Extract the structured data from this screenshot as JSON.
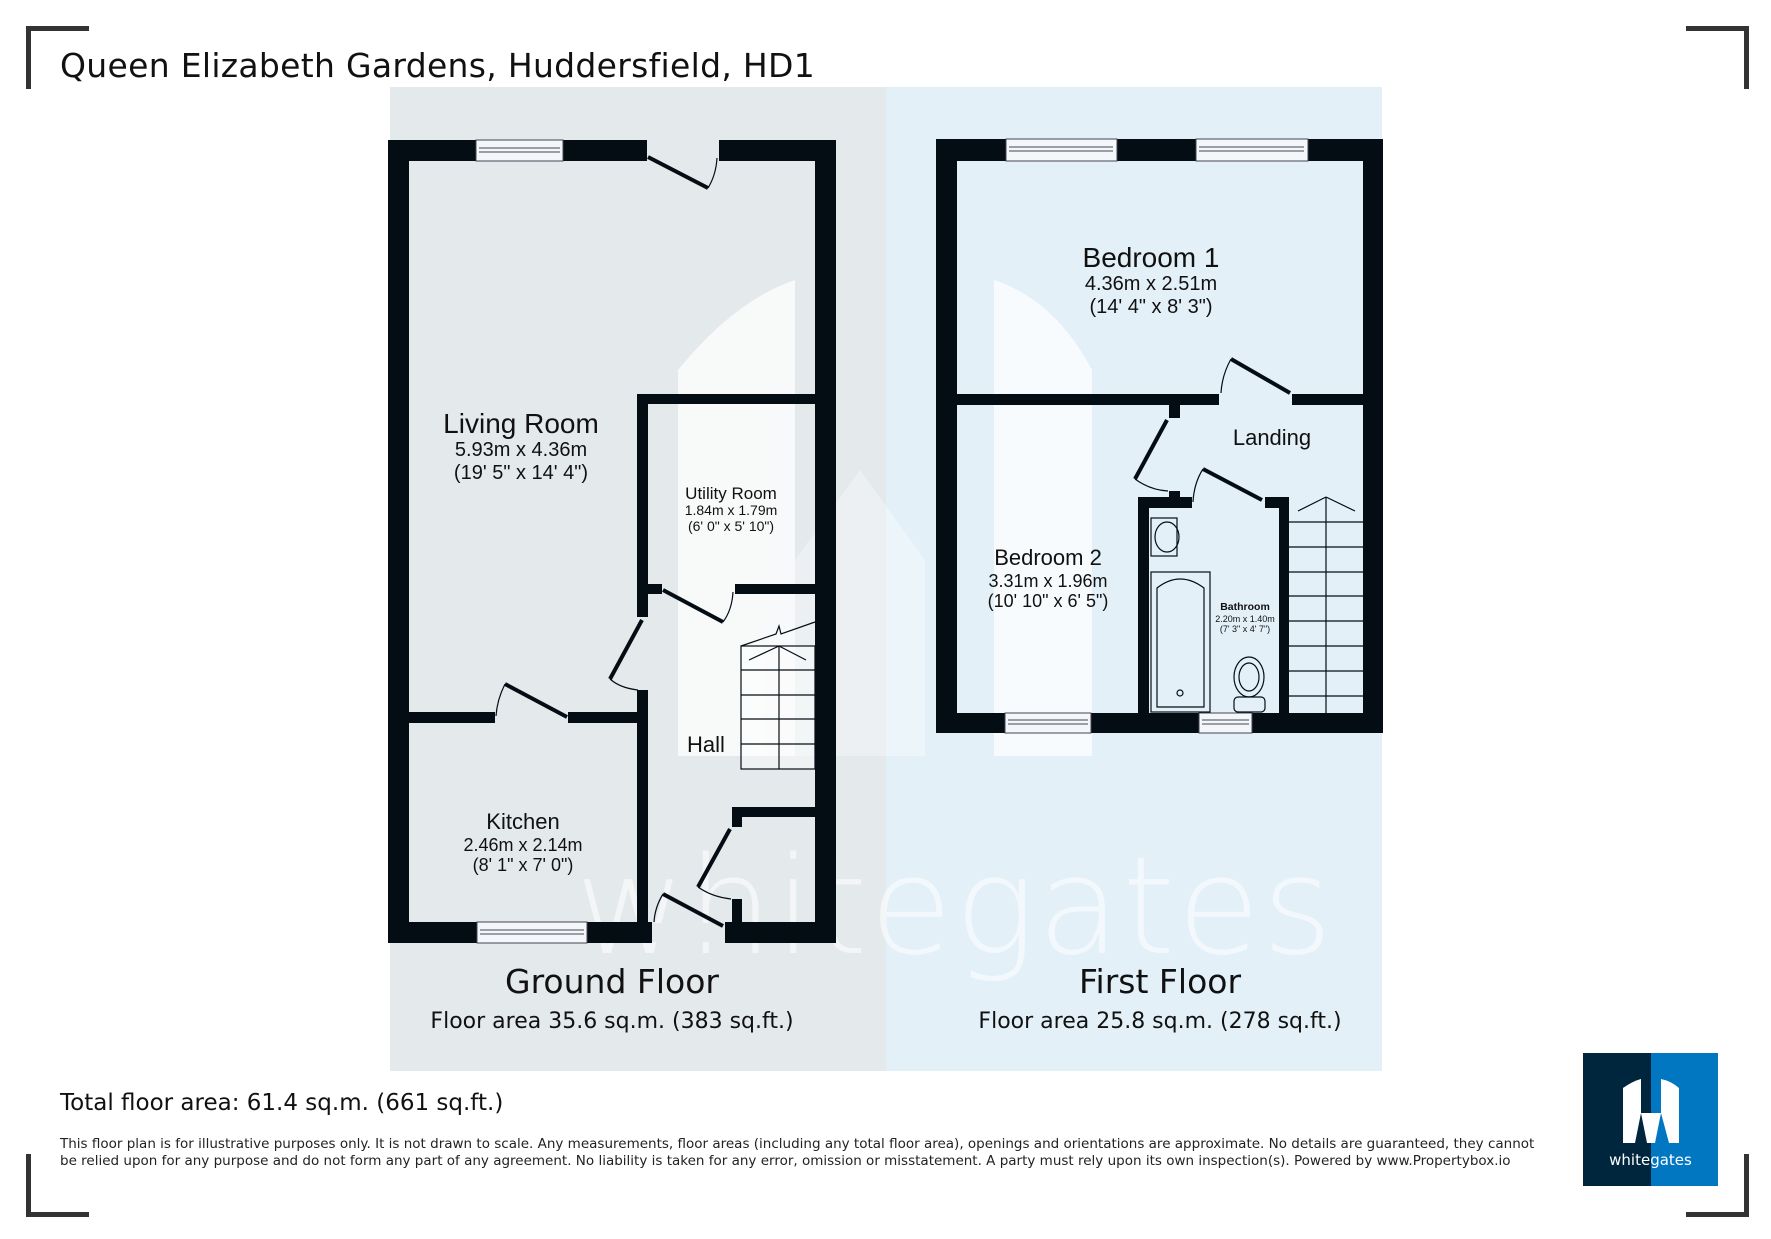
{
  "header": {
    "title": "Queen Elizabeth Gardens, Huddersfield, HD1"
  },
  "floors": {
    "ground": {
      "name": "Ground Floor",
      "area": "Floor area 35.6 sq.m. (383 sq.ft.)",
      "background_color": "#e4e9ec",
      "rooms": {
        "living_room": {
          "name": "Living Room",
          "metric": "5.93m x 4.36m",
          "imperial": "(19' 5\" x 14' 4\")"
        },
        "utility_room": {
          "name": "Utility Room",
          "metric": "1.84m x 1.79m",
          "imperial": "(6' 0\" x 5' 10\")"
        },
        "hall": {
          "name": "Hall"
        },
        "kitchen": {
          "name": "Kitchen",
          "metric": "2.46m x 2.14m",
          "imperial": "(8' 1\" x 7' 0\")"
        }
      }
    },
    "first": {
      "name": "First Floor",
      "area": "Floor area 25.8 sq.m. (278 sq.ft.)",
      "background_color": "#e3f0f8",
      "rooms": {
        "bedroom_1": {
          "name": "Bedroom 1",
          "metric": "4.36m x 2.51m",
          "imperial": "(14' 4\" x 8' 3\")"
        },
        "landing": {
          "name": "Landing"
        },
        "bedroom_2": {
          "name": "Bedroom 2",
          "metric": "3.31m x 1.96m",
          "imperial": "(10' 10\" x 6' 5\")"
        },
        "bathroom": {
          "name": "Bathroom",
          "metric": "2.20m x 1.40m",
          "imperial": "(7' 3\" x 4' 7\")"
        }
      }
    }
  },
  "footer": {
    "total_area": "Total floor area: 61.4 sq.m. (661 sq.ft.)",
    "disclaimer": "This floor plan is for illustrative purposes only. It is not drawn to scale. Any measurements, floor areas (including any total floor area), openings and orientations are approximate. No details are guaranteed, they cannot be relied upon for any purpose and do not form any part of any agreement. No liability is taken for any error, omission or misstatement. A party must rely upon its own inspection(s). Powered by www.Propertybox.io"
  },
  "branding": {
    "watermark": "whitegates",
    "logo_text": "whitegates",
    "logo_colors": {
      "dark": "#00263e",
      "light": "#0077c0"
    }
  },
  "colors": {
    "wall": "#050d14",
    "corner_marks": "#333333"
  }
}
